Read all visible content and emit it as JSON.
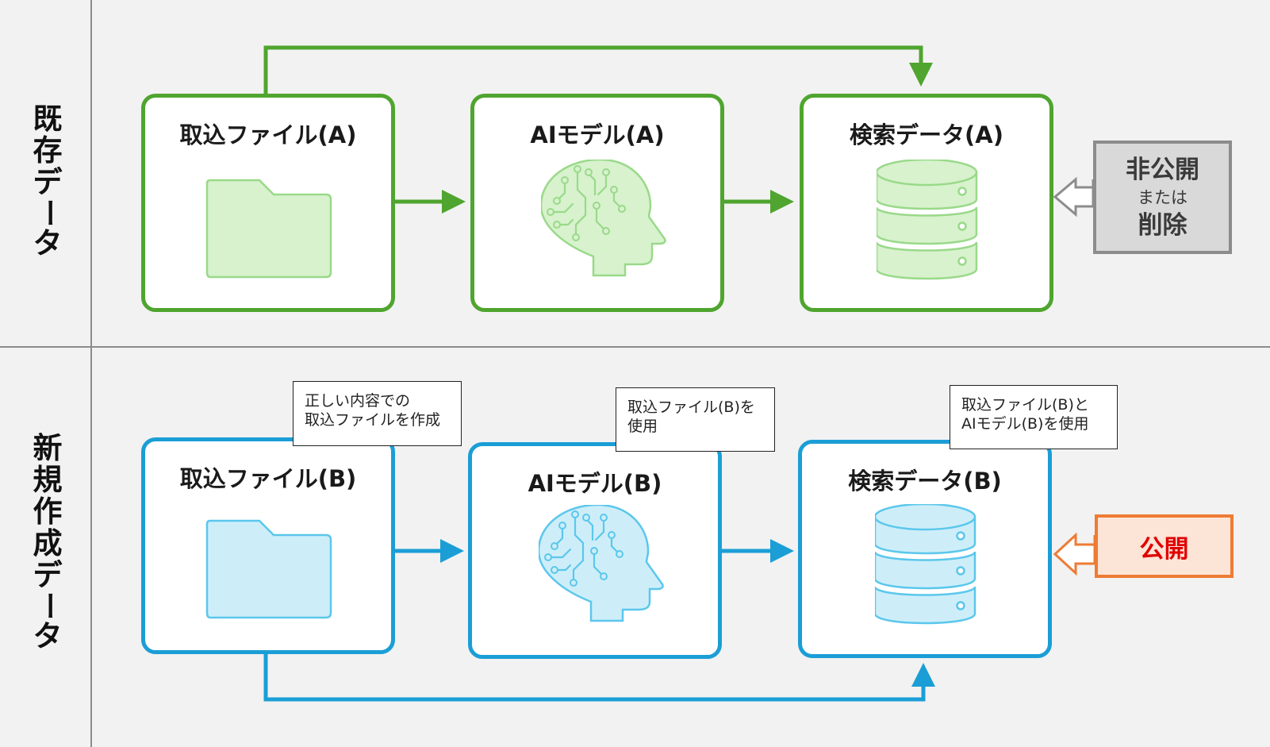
{
  "lanes": {
    "existing": {
      "label_chars": [
        "既",
        "存",
        "デ",
        "ー",
        "タ"
      ]
    },
    "new": {
      "label_chars": [
        "新",
        "規",
        "作",
        "成",
        "デ",
        "ー",
        "タ"
      ]
    }
  },
  "nodes": {
    "file_a": {
      "title": "取込ファイル(A)",
      "icon": "folder-icon"
    },
    "model_a": {
      "title": "AIモデル(A)",
      "icon": "ai-head-icon"
    },
    "search_a": {
      "title": "検索データ(A)",
      "icon": "database-icon"
    },
    "file_b": {
      "title": "取込ファイル(B)",
      "icon": "folder-icon"
    },
    "model_b": {
      "title": "AIモデル(B)",
      "icon": "ai-head-icon"
    },
    "search_b": {
      "title": "検索データ(B)",
      "icon": "database-icon"
    }
  },
  "notes": {
    "file_b": "正しい内容での\n取込ファイルを作成",
    "model_b": "取込ファイル(B)を\n使用",
    "search_b": "取込ファイル(B)と\nAIモデル(B)を使用"
  },
  "callouts": {
    "existing": {
      "line1": "非公開",
      "line2": "または",
      "line3": "削除"
    },
    "new": {
      "label": "公開"
    }
  },
  "colors": {
    "green_border": "#4fa52f",
    "green_fill": "#d7f2cd",
    "green_stroke": "#9ad98a",
    "blue_border": "#1b9ed6",
    "blue_fill": "#cdeef9",
    "blue_stroke": "#5bc7ec",
    "gray_box": "#d9d9d9",
    "gray_border": "#8c8c8c",
    "orange_box": "#fce4d6",
    "orange_border": "#ee7b33",
    "red_text": "#e00000",
    "background": "#f2f2f2"
  }
}
